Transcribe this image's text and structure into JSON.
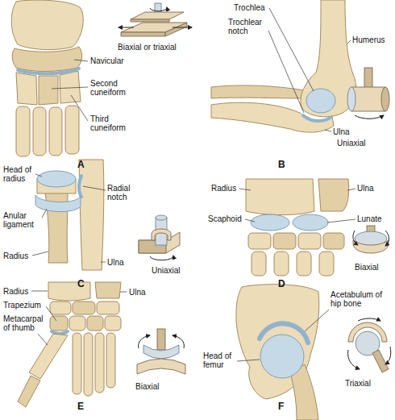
{
  "diagram": {
    "labels": [
      "Navicular",
      "Second cuneiform",
      "Third cuneiform",
      "Biaxial or triaxial",
      "A",
      "Trochlea",
      "Trochlear notch",
      "Humerus",
      "Ulna",
      "Uniaxial",
      "B",
      "Head of radius",
      "Anular ligament",
      "Radius",
      "Radial notch",
      "Ulna",
      "Uniaxial",
      "C",
      "Radius",
      "Ulna",
      "Scaphoid",
      "Lunate",
      "Biaxial",
      "D",
      "Radius",
      "Ulna",
      "Trapezium",
      "Metacarpal of thumb",
      "Biaxial",
      "E",
      "Acetabulum of hip bone",
      "Head of femur",
      "Triaxial",
      "F"
    ]
  }
}
